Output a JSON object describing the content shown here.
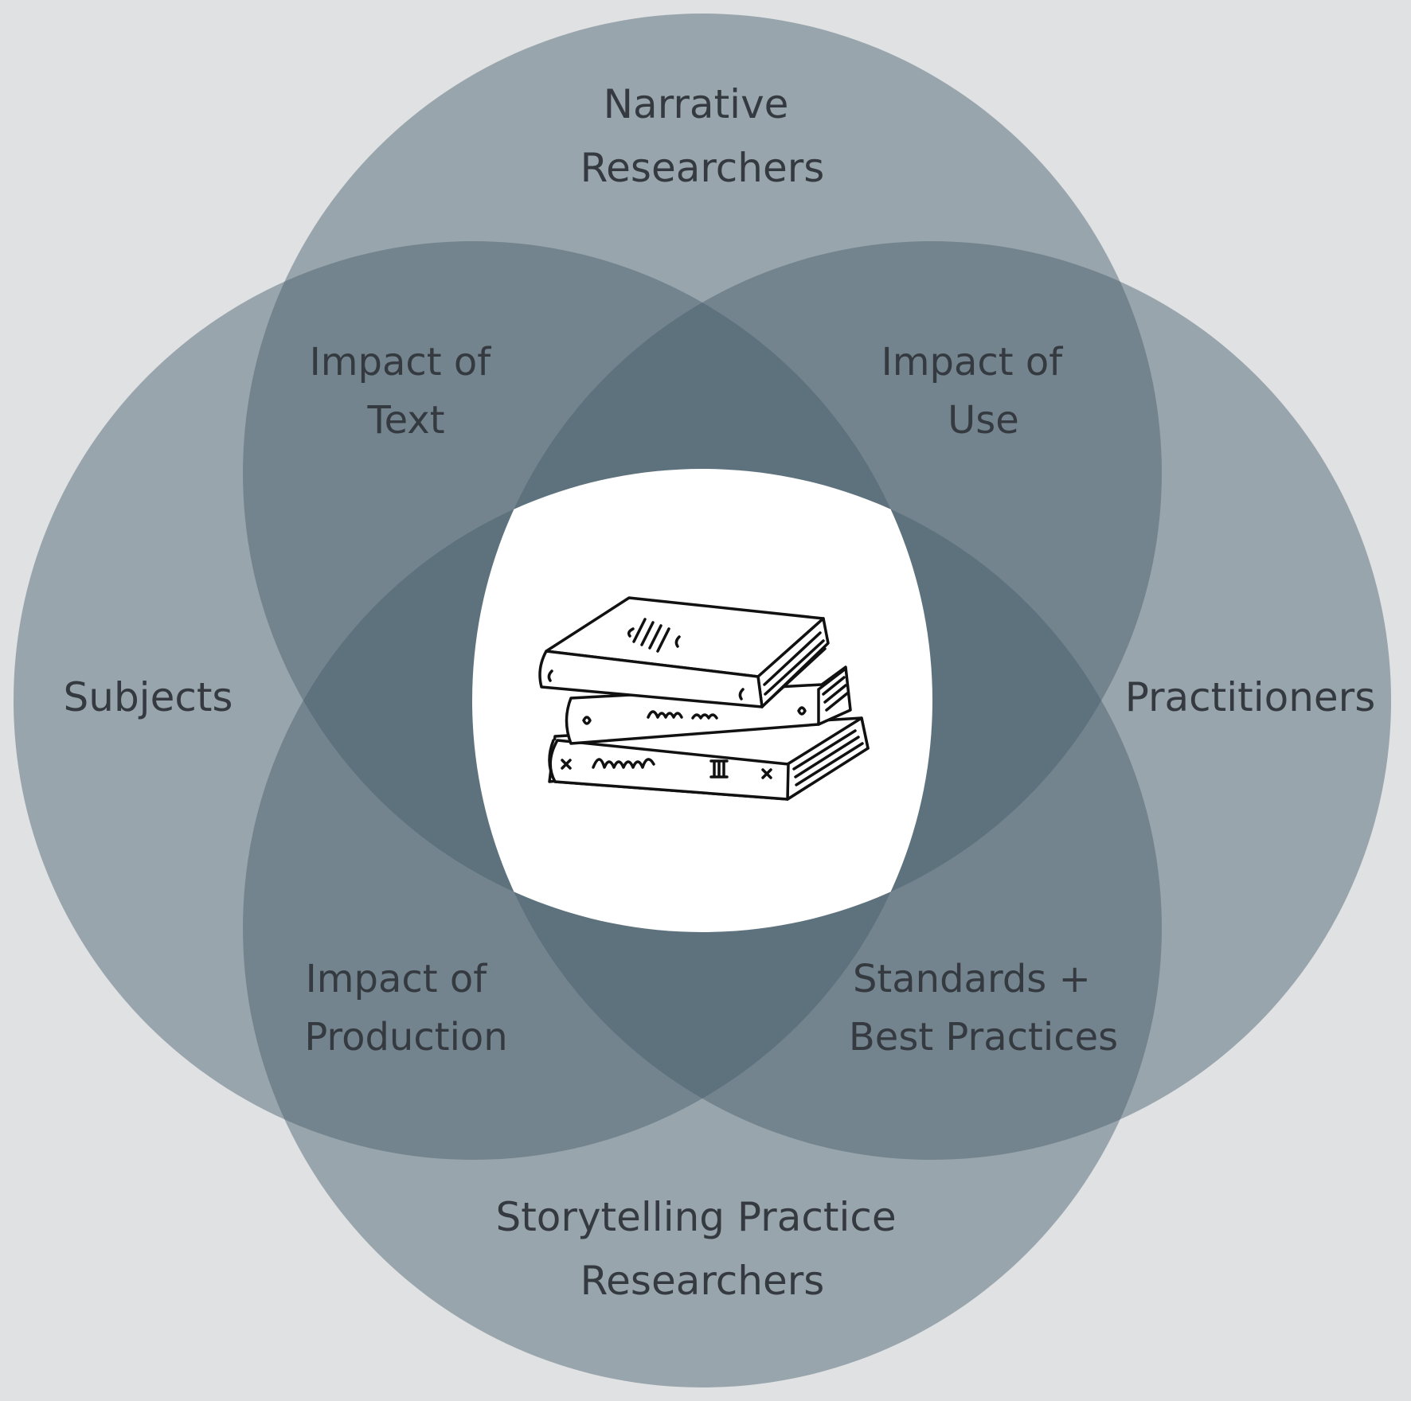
{
  "diagram": {
    "groups": {
      "top": [
        "Narrative",
        "Researchers"
      ],
      "left": "Subjects",
      "right": "Practitioners",
      "bottom": [
        "Storytelling Practice",
        "Researchers"
      ]
    },
    "intersections": {
      "top_left": [
        "Impact of",
        "Text"
      ],
      "top_right": [
        "Impact of",
        "Use"
      ],
      "bottom_left": [
        "Impact of",
        "Production"
      ],
      "bottom_right": [
        "Standards +",
        "Best Practices"
      ]
    },
    "center_icon": "stack-of-books-icon"
  },
  "colors": {
    "background": "#dfe1e3",
    "circle_fill": "#455e6a",
    "center_fill": "#ffffff",
    "text": "#343a40"
  }
}
